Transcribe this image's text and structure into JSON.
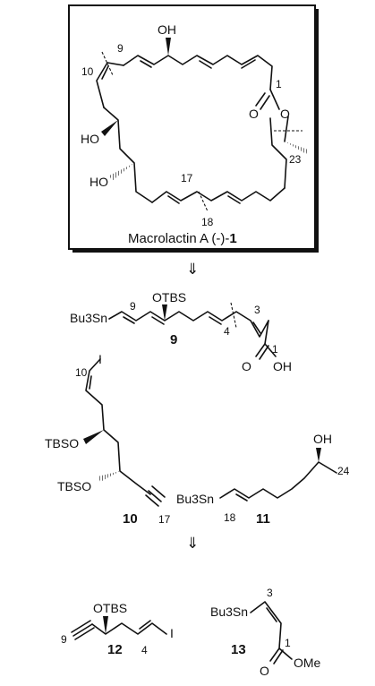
{
  "figure": {
    "caption": {
      "name": "Macrolactin A (-)-",
      "number": "1"
    },
    "retro_arrow": "⇓",
    "macrolactin_labels": {
      "oh_top": "OH",
      "ho_left": "HO",
      "ho_bottom": "HO",
      "carbonyl_o": "O",
      "ester_o": "O",
      "n9": "9",
      "n10": "10",
      "n1": "1",
      "n17": "17",
      "n18": "18",
      "n23": "23"
    },
    "compound9": {
      "id": "9",
      "otbs": "OTBS",
      "stannane": "Bu3Sn",
      "carbonyl_o": "O",
      "acid_oh": "OH",
      "n9": "9",
      "n3": "3",
      "n4": "4",
      "n1": "1"
    },
    "compound10": {
      "id": "10",
      "iodide": "I",
      "otbs_upper": "TBSO",
      "otbs_lower": "TBSO",
      "n10": "10",
      "n17": "17"
    },
    "compound11": {
      "id": "11",
      "oh": "OH",
      "stannane": "Bu3Sn",
      "n24": "24",
      "n18": "18"
    },
    "compound12": {
      "id": "12",
      "otbs": "OTBS",
      "iodide": "I",
      "n9": "9",
      "n4": "4"
    },
    "compound13": {
      "id": "13",
      "stannane": "Bu3Sn",
      "carbonyl_o": "O",
      "ome": "OMe",
      "n3": "3",
      "n1": "1"
    }
  }
}
